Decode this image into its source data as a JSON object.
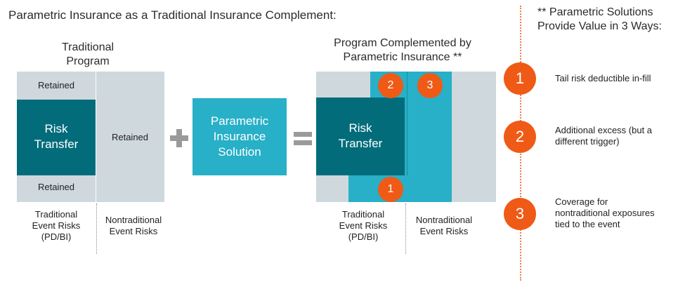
{
  "title": "Parametric Insurance as a Traditional Insurance Complement:",
  "traditional_program": {
    "heading_line1": "Traditional",
    "heading_line2": "Program",
    "retained_top": "Retained",
    "retained_bottom": "Retained",
    "retained_right": "Retained",
    "risk_transfer_line1": "Risk",
    "risk_transfer_line2": "Transfer",
    "label_traditional_line1": "Traditional",
    "label_traditional_line2": "Event Risks",
    "label_traditional_line3": "(PD/BI)",
    "label_nontraditional_line1": "Nontraditional",
    "label_nontraditional_line2": "Event Risks"
  },
  "plus_symbol": "+",
  "equals_symbol": "=",
  "parametric_solution": {
    "line1": "Parametric",
    "line2": "Insurance",
    "line3": "Solution"
  },
  "complemented_program": {
    "heading_line1": "Program Complemented by",
    "heading_line2": "Parametric Insurance **",
    "risk_transfer_line1": "Risk",
    "risk_transfer_line2": "Transfer",
    "badge_1": "1",
    "badge_2": "2",
    "badge_3": "3",
    "label_traditional_line1": "Traditional",
    "label_traditional_line2": "Event Risks",
    "label_traditional_line3": "(PD/BI)",
    "label_nontraditional_line1": "Nontraditional",
    "label_nontraditional_line2": "Event Risks"
  },
  "value_ways": {
    "heading_line1": "** Parametric Solutions",
    "heading_line2": "Provide Value in 3 Ways:",
    "items": [
      {
        "number": "1",
        "line1": "Tail risk deductible in-fill",
        "line2": "",
        "line3": ""
      },
      {
        "number": "2",
        "line1": "Additional excess (but a",
        "line2": "different trigger)",
        "line3": ""
      },
      {
        "number": "3",
        "line1": "Coverage for",
        "line2": "nontraditional exposures",
        "line3": "tied to the event"
      }
    ]
  },
  "colors": {
    "grey": "#cfd8dc",
    "dark_teal": "#036c7b",
    "teal": "#27b0c7",
    "orange": "#ef5a16"
  }
}
